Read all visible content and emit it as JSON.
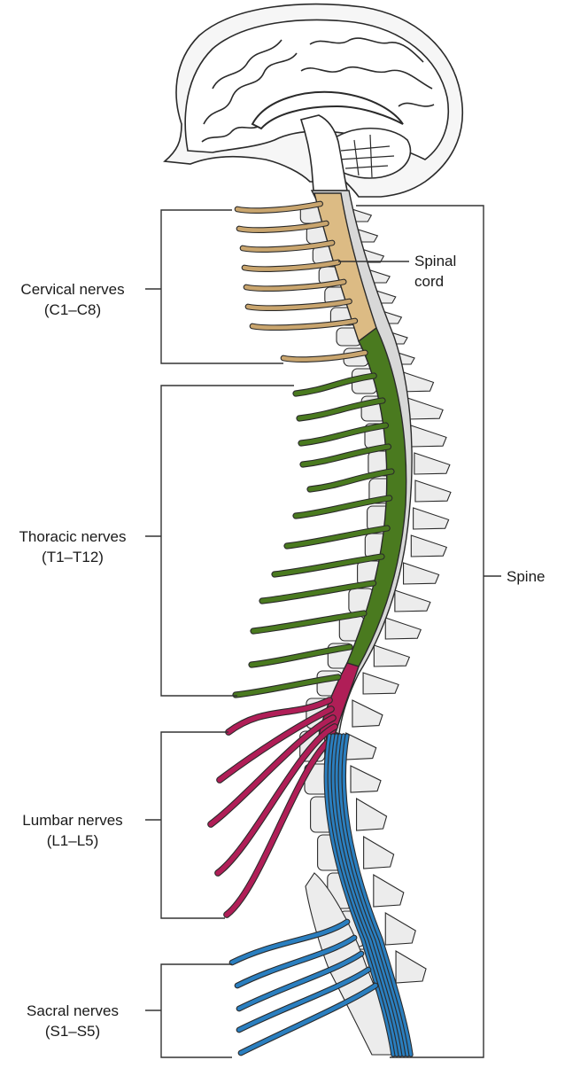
{
  "labels": {
    "cervical": {
      "line1": "Cervical nerves",
      "line2": "(C1–C8)"
    },
    "thoracic": {
      "line1": "Thoracic nerves",
      "line2": "(T1–T12)"
    },
    "lumbar": {
      "line1": "Lumbar nerves",
      "line2": "(L1–L5)"
    },
    "sacral": {
      "line1": "Sacral nerves",
      "line2": "(S1–S5)"
    },
    "spinal_cord": {
      "line1": "Spinal",
      "line2": "cord"
    },
    "spine": "Spine"
  },
  "nerve_groups": [
    {
      "id": "cervical",
      "count": 8,
      "color": "#c9a56e"
    },
    {
      "id": "thoracic",
      "count": 12,
      "color": "#4a7a1f"
    },
    {
      "id": "lumbar",
      "count": 5,
      "color": "#b01e57"
    },
    {
      "id": "sacral",
      "count": 5,
      "color": "#2a7fc0"
    }
  ],
  "colors": {
    "outline": "#2a2a2a",
    "bone_fill": "#ececec",
    "spinal_cord_cervical": "#dcbb84",
    "leader_line": "#333333"
  }
}
